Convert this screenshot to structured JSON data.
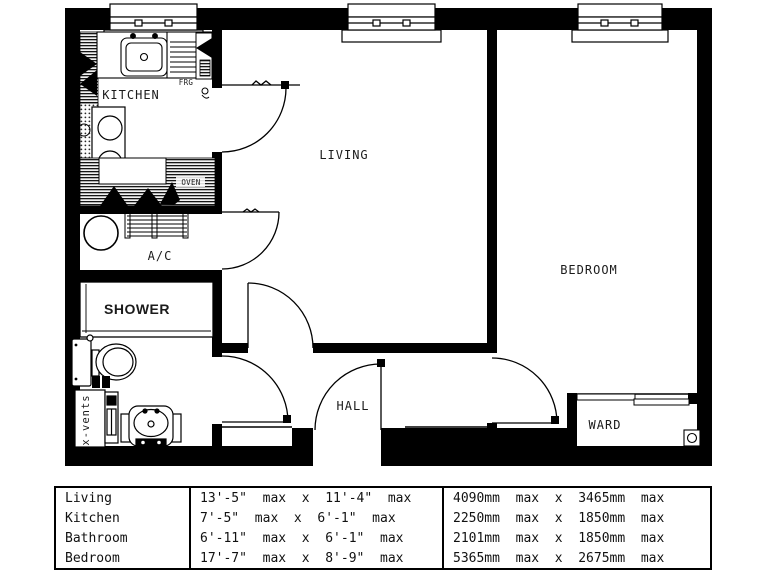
{
  "floor_plan": {
    "rooms": {
      "kitchen": {
        "label": "KITCHEN"
      },
      "living": {
        "label": "LIVING"
      },
      "bedroom": {
        "label": "BEDROOM"
      },
      "hall": {
        "label": "HALL"
      },
      "shower": {
        "label": "SHOWER"
      },
      "airing_cupboard": {
        "label": "A/C"
      },
      "wardrobe": {
        "label": "WARD"
      }
    },
    "annotations": {
      "fridge": "FRG",
      "oven": "OVEN",
      "vents": "x-vents"
    },
    "colors": {
      "line": "#000000",
      "background": "#ffffff"
    }
  },
  "dimensions_table": {
    "rows": [
      {
        "room": "Living",
        "imperial": "13'-5\"  max  x  11'-4\"  max",
        "metric": "4090mm  max  x  3465mm  max"
      },
      {
        "room": "Kitchen",
        "imperial": "7'-5\"  max  x  6'-1\"  max",
        "metric": "2250mm  max  x  1850mm  max"
      },
      {
        "room": "Bathroom",
        "imperial": "6'-11\"  max  x  6'-1\"  max",
        "metric": "2101mm  max  x  1850mm  max"
      },
      {
        "room": "Bedroom",
        "imperial": "17'-7\"  max  x  8'-9\"  max",
        "metric": "5365mm  max  x  2675mm  max"
      }
    ]
  }
}
